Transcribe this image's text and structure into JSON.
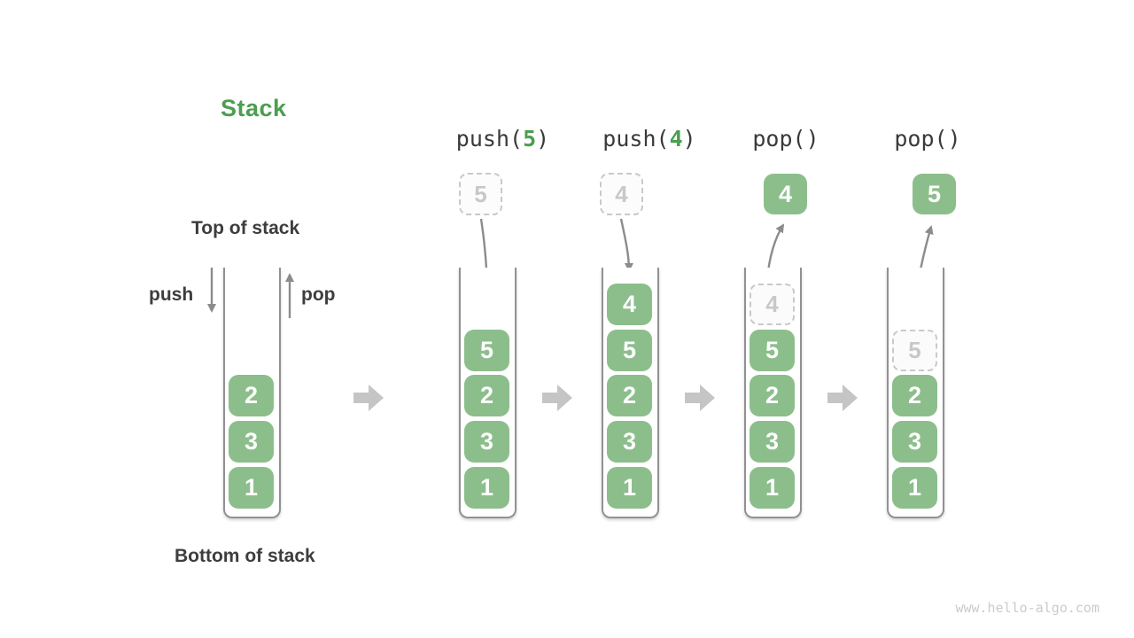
{
  "header": {
    "title": "Stack"
  },
  "labels": {
    "top_of_stack": "Top of stack",
    "bottom_of_stack": "Bottom of stack",
    "push": "push",
    "pop": "pop"
  },
  "operations": [
    {
      "pre": "push(",
      "arg": "5",
      "post": ")"
    },
    {
      "pre": "push(",
      "arg": "4",
      "post": ")"
    },
    {
      "pre": "pop()",
      "arg": "",
      "post": ""
    },
    {
      "pre": "pop()",
      "arg": "",
      "post": ""
    }
  ],
  "floating_values": [
    {
      "value": "5",
      "style": "ghost"
    },
    {
      "value": "4",
      "style": "ghost"
    },
    {
      "value": "4",
      "style": "solid"
    },
    {
      "value": "5",
      "style": "solid"
    }
  ],
  "stacks": [
    {
      "ghost": null,
      "blocks": [
        "2",
        "3",
        "1"
      ]
    },
    {
      "ghost": null,
      "blocks": [
        "5",
        "2",
        "3",
        "1"
      ]
    },
    {
      "ghost": null,
      "blocks": [
        "4",
        "5",
        "2",
        "3",
        "1"
      ]
    },
    {
      "ghost": "4",
      "blocks": [
        "5",
        "2",
        "3",
        "1"
      ]
    },
    {
      "ghost": "5",
      "blocks": [
        "2",
        "3",
        "1"
      ]
    }
  ],
  "watermark": "www.hello-algo.com",
  "colors": {
    "accent_green": "#4c9e50",
    "block_green": "#8cbe8c",
    "text_dark": "#3d3d3d",
    "thin_arrow_gray": "#8c8c8c",
    "block_arrow_gray": "#c5c5c5",
    "ghost_border": "#c9c9c9",
    "ghost_text": "#c8c8c8",
    "container_border": "#919191",
    "watermark_gray": "#cbcbcb"
  }
}
